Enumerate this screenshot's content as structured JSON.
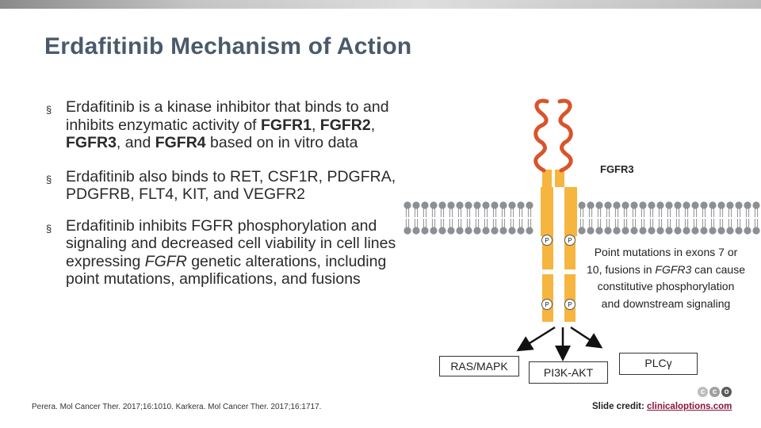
{
  "slide": {
    "title": "Erdafitinib Mechanism of Action",
    "bullet_marker": "§",
    "bullets": [
      {
        "p1": "Erdafitinib is a kinase inhibitor that binds to and inhibits enzymatic activity of ",
        "fgfr1": "FGFR1",
        "sep1": ", ",
        "fgfr2": "FGFR2",
        "sep2": ", ",
        "fgfr3": "FGFR3",
        "sep3": ", and ",
        "fgfr4": "FGFR4",
        "p2": " based on in vitro data"
      },
      {
        "text": "Erdafitinib also binds to RET, CSF1R, PDGFRA, PDGFRB, FLT4, KIT, and VEGFR2"
      },
      {
        "p1": "Erdafitinib inhibits FGFR phosphorylation and signaling and decreased cell viability in cell lines expressing ",
        "fgfr": "FGFR",
        "p2": " genetic alterations, including point mutations, amplifications, and fusions"
      }
    ]
  },
  "diagram": {
    "receptor_label": "FGFR3",
    "phospho_label": "P",
    "note": {
      "p1": "Point mutations in exons 7 or 10, fusions in ",
      "fgfr3": "FGFR3",
      "p2": " can cause constitutive phosphorylation and downstream signaling"
    },
    "pathways": [
      "RAS/MAPK",
      "PI3K-AKT",
      "PLCγ"
    ],
    "colors": {
      "receptor_loops": "#d9542b",
      "receptor_body": "#f6b53f",
      "membrane_heads": "#8c8f93",
      "membrane_tails": "#8c8f93"
    }
  },
  "footer": {
    "reference": "Perera. Mol Cancer Ther. 2017;16:1010. Karkera. Mol Cancer Ther. 2017;16:1717.",
    "credit_label": "Slide credit:",
    "credit_link": "clinicaloptions.com",
    "logo_letters": [
      "c",
      "c",
      "o"
    ]
  }
}
